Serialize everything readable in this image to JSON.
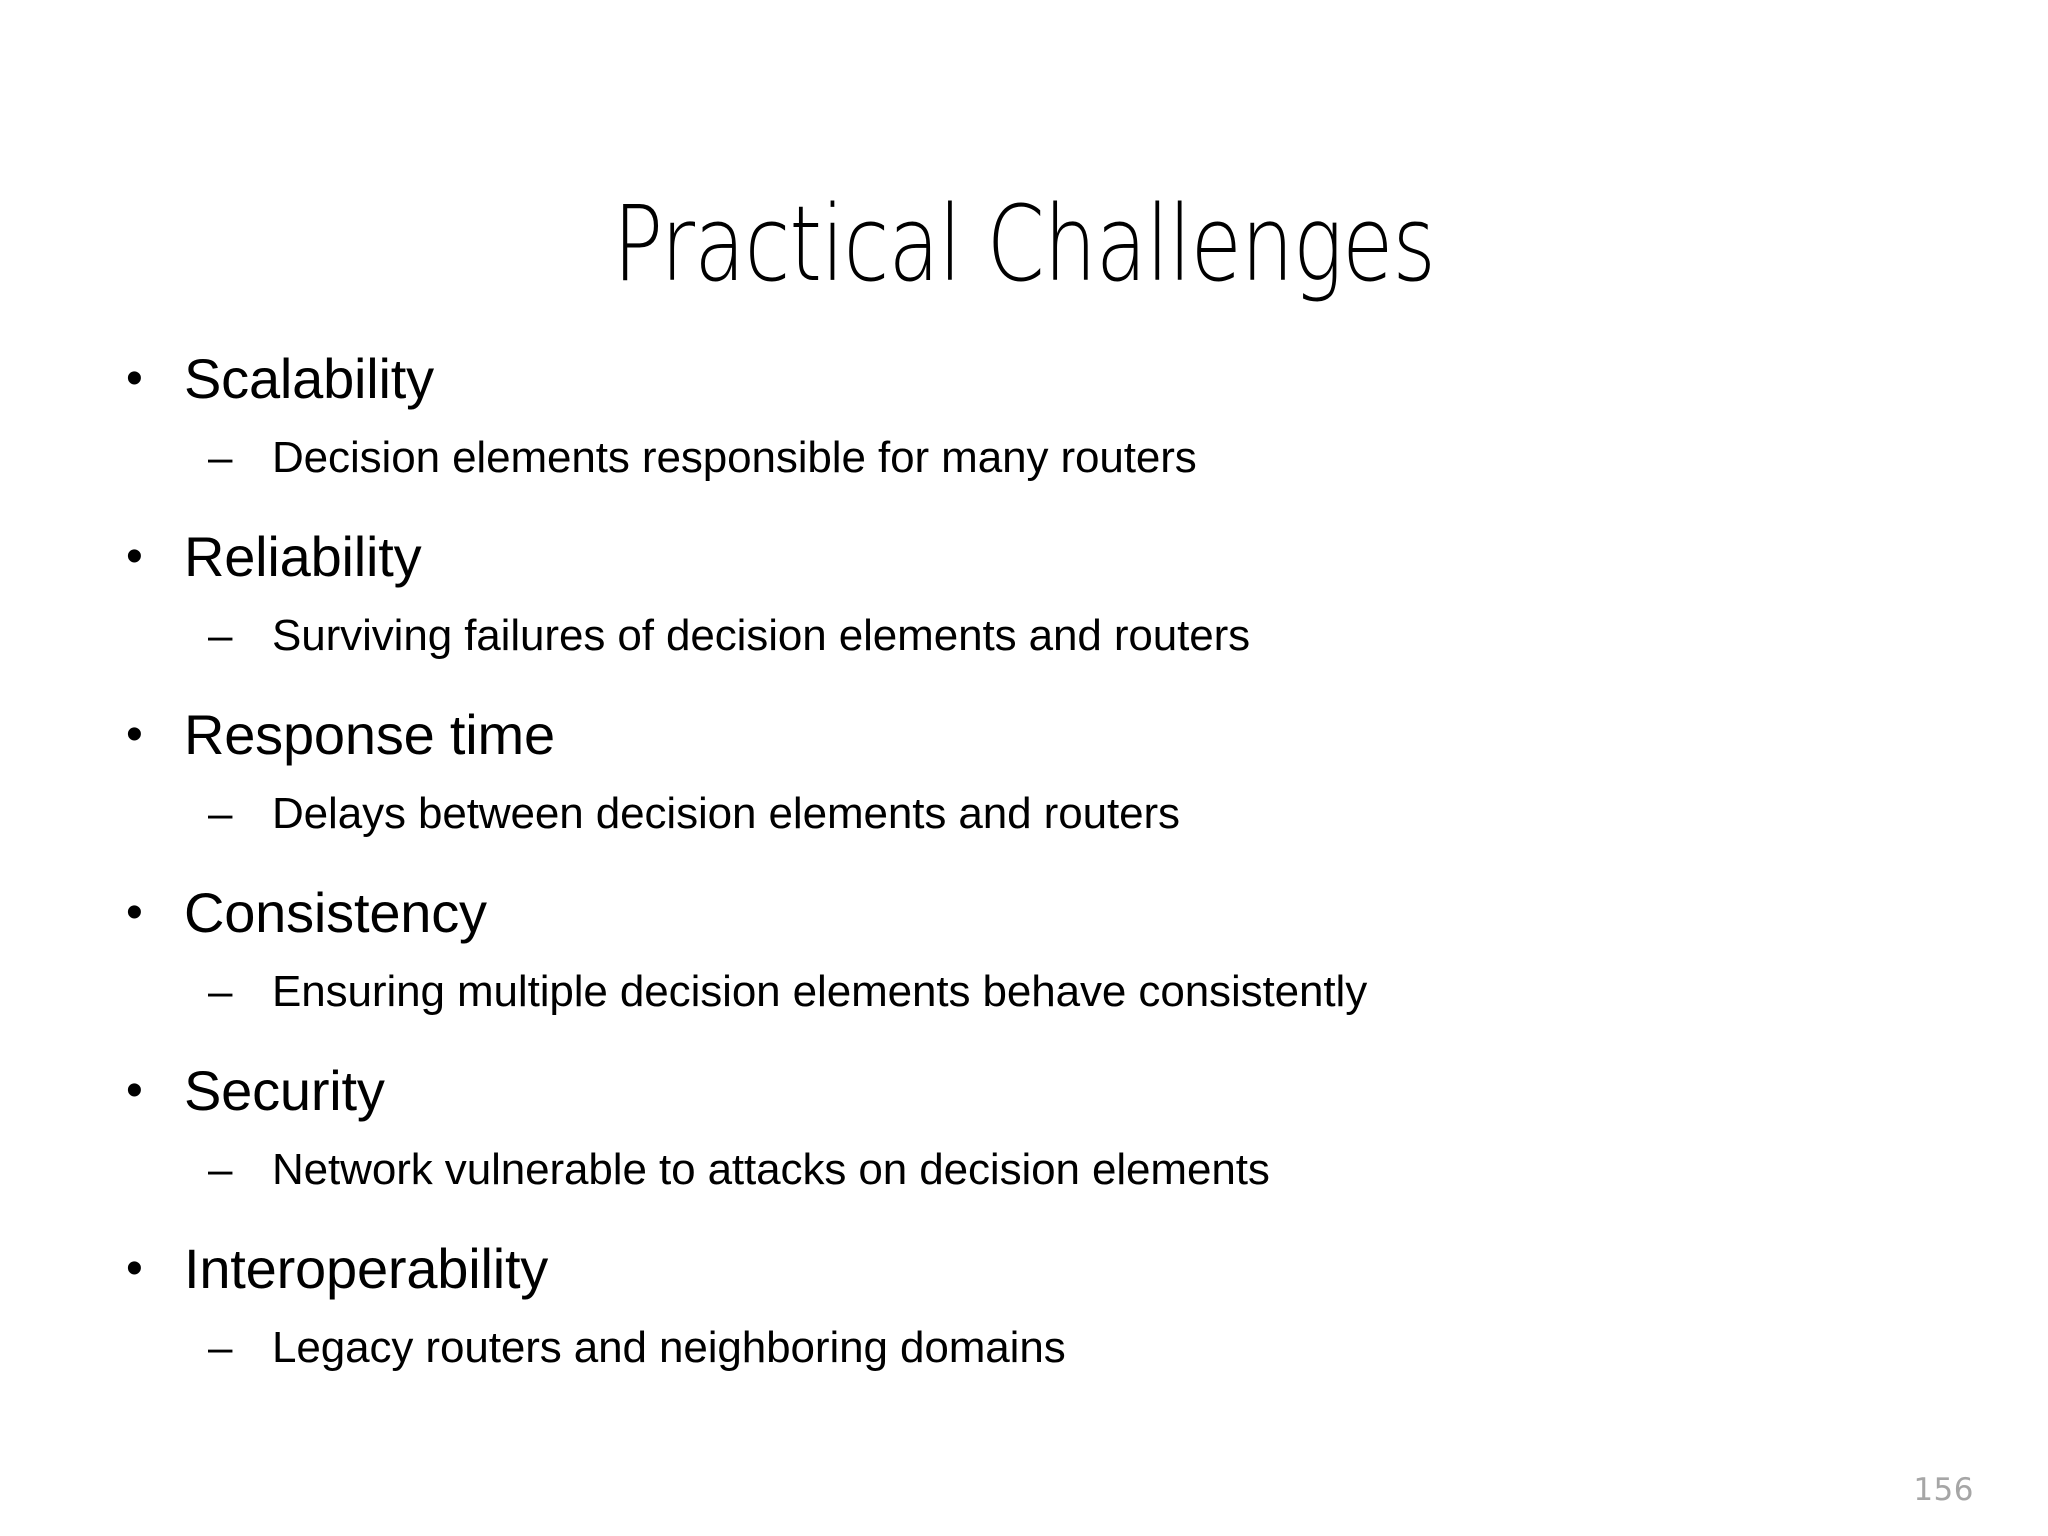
{
  "slide": {
    "title": "Practical Challenges",
    "page_number": "156",
    "bullet_glyph_level1": "•",
    "bullet_glyph_level2": "–",
    "text_color": "#000000",
    "page_number_color": "#a6a6a6",
    "background_color": "#ffffff",
    "items": [
      {
        "label": "Scalability",
        "sub": "Decision elements responsible for many routers"
      },
      {
        "label": "Reliability",
        "sub": "Surviving failures of decision elements and routers"
      },
      {
        "label": "Response time",
        "sub": "Delays between decision elements and routers"
      },
      {
        "label": "Consistency",
        "sub": "Ensuring multiple decision elements behave consistently"
      },
      {
        "label": "Security",
        "sub": "Network vulnerable to attacks on decision elements"
      },
      {
        "label": "Interoperability",
        "sub": "Legacy routers and neighboring domains"
      }
    ]
  }
}
